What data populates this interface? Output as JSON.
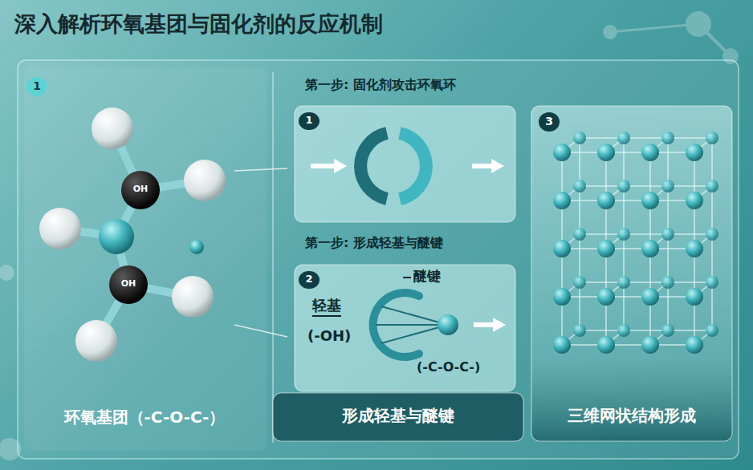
{
  "diagram": {
    "title": "深入解析环氧基团与固化剂的反应机制",
    "nodes": [
      {
        "text": [
          "1"
        ]
      },
      {
        "text": [
          "OH"
        ]
      },
      {
        "text": [
          "OH"
        ]
      },
      {
        "text": [
          "第一步: 固化剂攻击环氧环"
        ]
      },
      {
        "text": [
          "1"
        ],
        "in": 3
      },
      {
        "text": [
          "第一步: 形成轻基与醚键",
          "轻基",
          "(-OH)",
          "醚键",
          "(-C-O-C-)"
        ]
      },
      {
        "text": [
          "2"
        ],
        "in": 5
      },
      {
        "text": [
          "形成轻基与醚键"
        ]
      },
      {
        "text": [
          "三维网状结构形成"
        ]
      },
      {
        "text": [
          "3"
        ],
        "in": 8
      }
    ],
    "labels": [
      "环氧基团（-C-O-C-）"
    ]
  }
}
